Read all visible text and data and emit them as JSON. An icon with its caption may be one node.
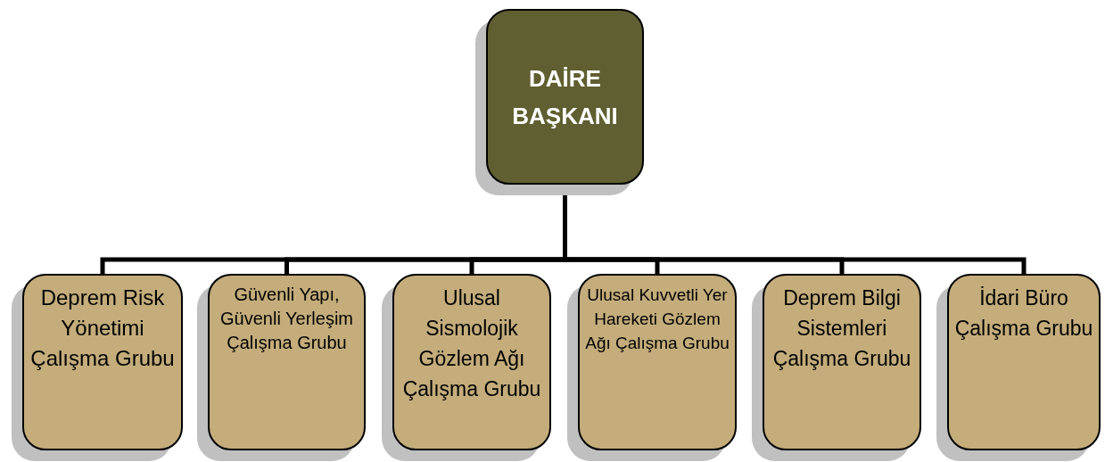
{
  "diagram": {
    "nodes": [
      {
        "text": [
          "DAİRE BAŞKANI"
        ]
      },
      {
        "text": [
          "Deprem Risk Yönetimi Çalışma Grubu"
        ]
      },
      {
        "text": [
          "Güvenli Yapı, Güvenli Yerleşim Çalışma Grubu"
        ]
      },
      {
        "text": [
          "Ulusal Sismolojik Gözlem Ağı Çalışma Grubu"
        ]
      },
      {
        "text": [
          "Ulusal Kuvvetli Yer Hareketi Gözlem Ağı Çalışma Grubu"
        ]
      },
      {
        "text": [
          "Deprem Bilgi Sistemleri Çalışma Grubu"
        ]
      },
      {
        "text": [
          "İdari Büro Çalışma Grubu"
        ]
      }
    ],
    "edges": [
      {
        "from": 0,
        "to": 1,
        "arrow": "none"
      },
      {
        "from": 0,
        "to": 2,
        "arrow": "none"
      },
      {
        "from": 0,
        "to": 3,
        "arrow": "none"
      },
      {
        "from": 0,
        "to": 4,
        "arrow": "none"
      },
      {
        "from": 0,
        "to": 5,
        "arrow": "none"
      },
      {
        "from": 0,
        "to": 6,
        "arrow": "none"
      }
    ]
  }
}
